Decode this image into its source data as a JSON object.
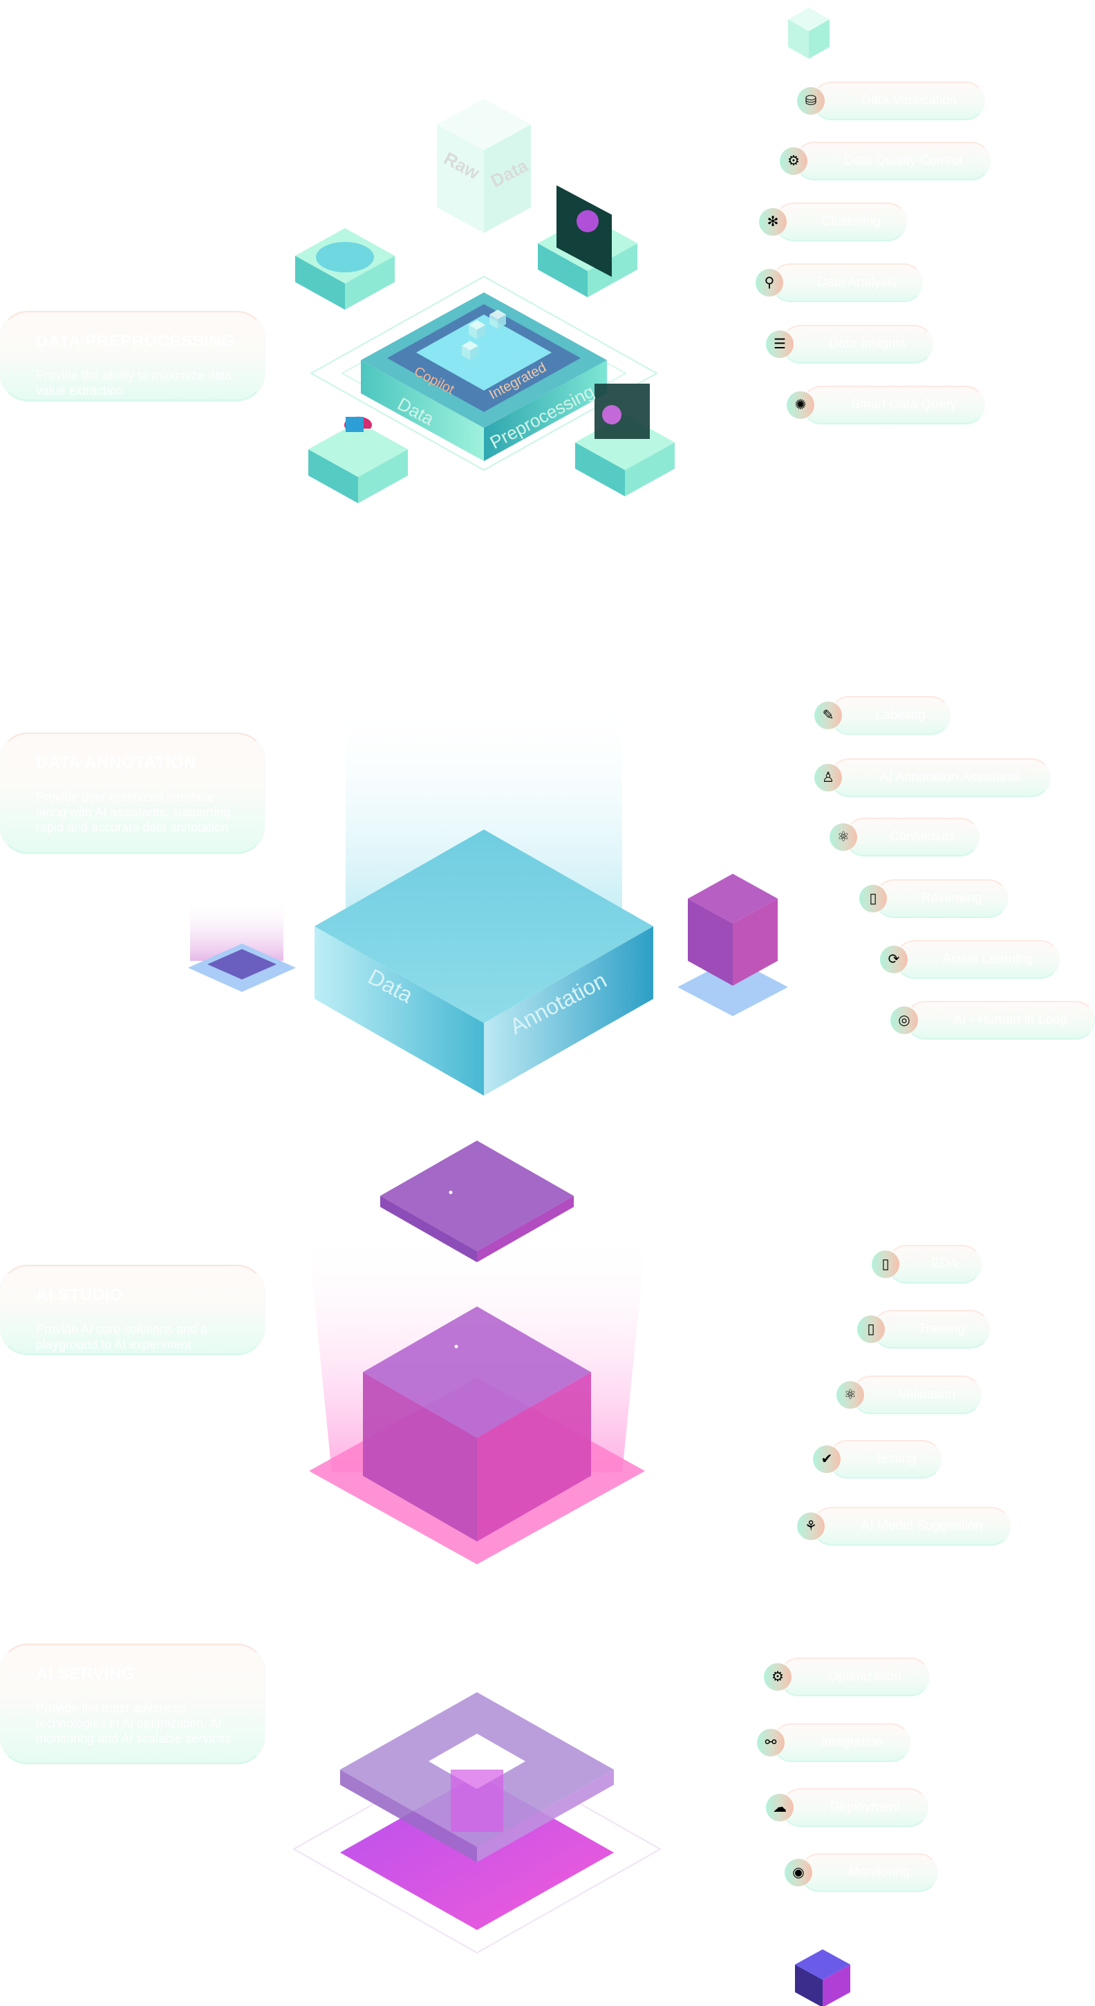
{
  "sections": [
    {
      "title": "DATA PREPROCESSING",
      "description": "Provide the ability to maximize data value extraction",
      "illustration_labels": {
        "cube_left": "Raw",
        "cube_right": "Data",
        "inner_left": "Copilot",
        "inner_right": "Integrated",
        "side_left": "Data",
        "side_right": "Preprocessing"
      },
      "features": [
        {
          "label": "Data Verification",
          "icon": "database-search-icon",
          "glyph": "⛁"
        },
        {
          "label": "Data Quality Control",
          "icon": "gear-check-icon",
          "glyph": "⚙"
        },
        {
          "label": "Clustering",
          "icon": "cluster-nodes-icon",
          "glyph": "✻"
        },
        {
          "label": "Data Analysis",
          "icon": "analysis-magnifier-icon",
          "glyph": "⚲"
        },
        {
          "label": "Data Insights",
          "icon": "database-stack-icon",
          "glyph": "☰"
        },
        {
          "label": "Smart Data Query",
          "icon": "brain-network-icon",
          "glyph": "✺"
        }
      ]
    },
    {
      "title": "DATA ANNOTATION",
      "description": "Provide user-optimized interface along with AI assistants, supporting rapid and accurate data annotation",
      "illustration_labels": {
        "side_left": "Data",
        "side_right": "Annotation"
      },
      "features": [
        {
          "label": "Labeling",
          "icon": "pencil-icon",
          "glyph": "✎"
        },
        {
          "label": "AI Annotation Assistants",
          "icon": "robot-icon",
          "glyph": "♙"
        },
        {
          "label": "Consensus",
          "icon": "atom-icon",
          "glyph": "⚛"
        },
        {
          "label": "Reviewing",
          "icon": "clipboard-icon",
          "glyph": "▯"
        },
        {
          "label": "Active Learning",
          "icon": "learning-cycle-icon",
          "glyph": "⟳"
        },
        {
          "label": "AI - Human In Loop",
          "icon": "human-loop-icon",
          "glyph": "◎"
        }
      ]
    },
    {
      "title": "AI STUDIO",
      "description": "Provide AI core solutions and a playground to AI experiment",
      "features": [
        {
          "label": "EDA",
          "icon": "clipboard-icon",
          "glyph": "▯"
        },
        {
          "label": "Training",
          "icon": "clipboard-icon",
          "glyph": "▯"
        },
        {
          "label": "Validation",
          "icon": "atom-icon",
          "glyph": "⚛"
        },
        {
          "label": "Testing",
          "icon": "check-circle-icon",
          "glyph": "✔"
        },
        {
          "label": "AI Model Suggestion",
          "icon": "model-hierarchy-icon",
          "glyph": "⚘"
        }
      ]
    },
    {
      "title": "AI SERVING",
      "description": "Provide the most advanced technologies in AI optimization, AI monitoring and AI scalable services",
      "features": [
        {
          "label": "Optimization",
          "icon": "gear-target-icon",
          "glyph": "⚙"
        },
        {
          "label": "Integration",
          "icon": "gears-sync-icon",
          "glyph": "⚯"
        },
        {
          "label": "Deployment",
          "icon": "cloud-network-icon",
          "glyph": "☁"
        },
        {
          "label": "Monitoring",
          "icon": "ai-target-icon",
          "glyph": "◉"
        }
      ]
    }
  ],
  "colors": {
    "mint": "#a8f5df",
    "teal": "#5fd3c4",
    "cyan": "#7fd9ea",
    "purple": "#a566c6",
    "magenta": "#f03fb0",
    "white_text": "#ffffff"
  }
}
